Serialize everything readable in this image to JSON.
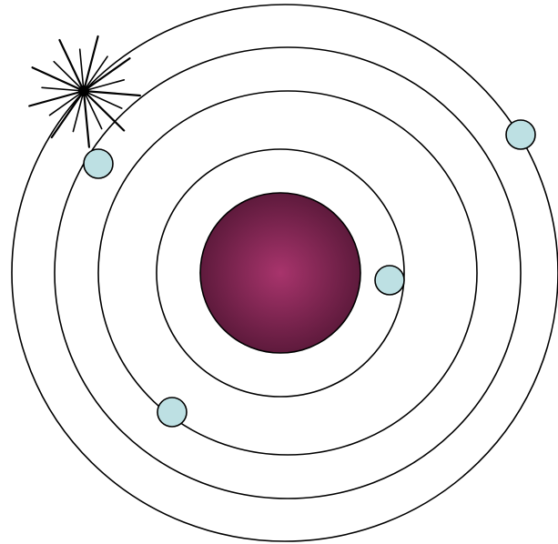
{
  "diagram": {
    "nucleus": {
      "icon": "nucleus-sphere",
      "color_center": "#a8346c",
      "color_edge": "#5e1a3c"
    },
    "orbits": [
      {
        "level": 1
      },
      {
        "level": 2
      },
      {
        "level": 3
      },
      {
        "level": 4
      }
    ],
    "electrons": [
      {
        "orbit": 1,
        "icon": "electron-circle"
      },
      {
        "orbit": 2,
        "icon": "electron-circle"
      },
      {
        "orbit": 3,
        "icon": "electron-circle"
      },
      {
        "orbit": 4,
        "icon": "electron-circle"
      }
    ],
    "burst": {
      "icon": "starburst-icon"
    },
    "colors": {
      "electron_fill": "#bde0e3",
      "line": "#000000",
      "background": "#ffffff"
    }
  }
}
